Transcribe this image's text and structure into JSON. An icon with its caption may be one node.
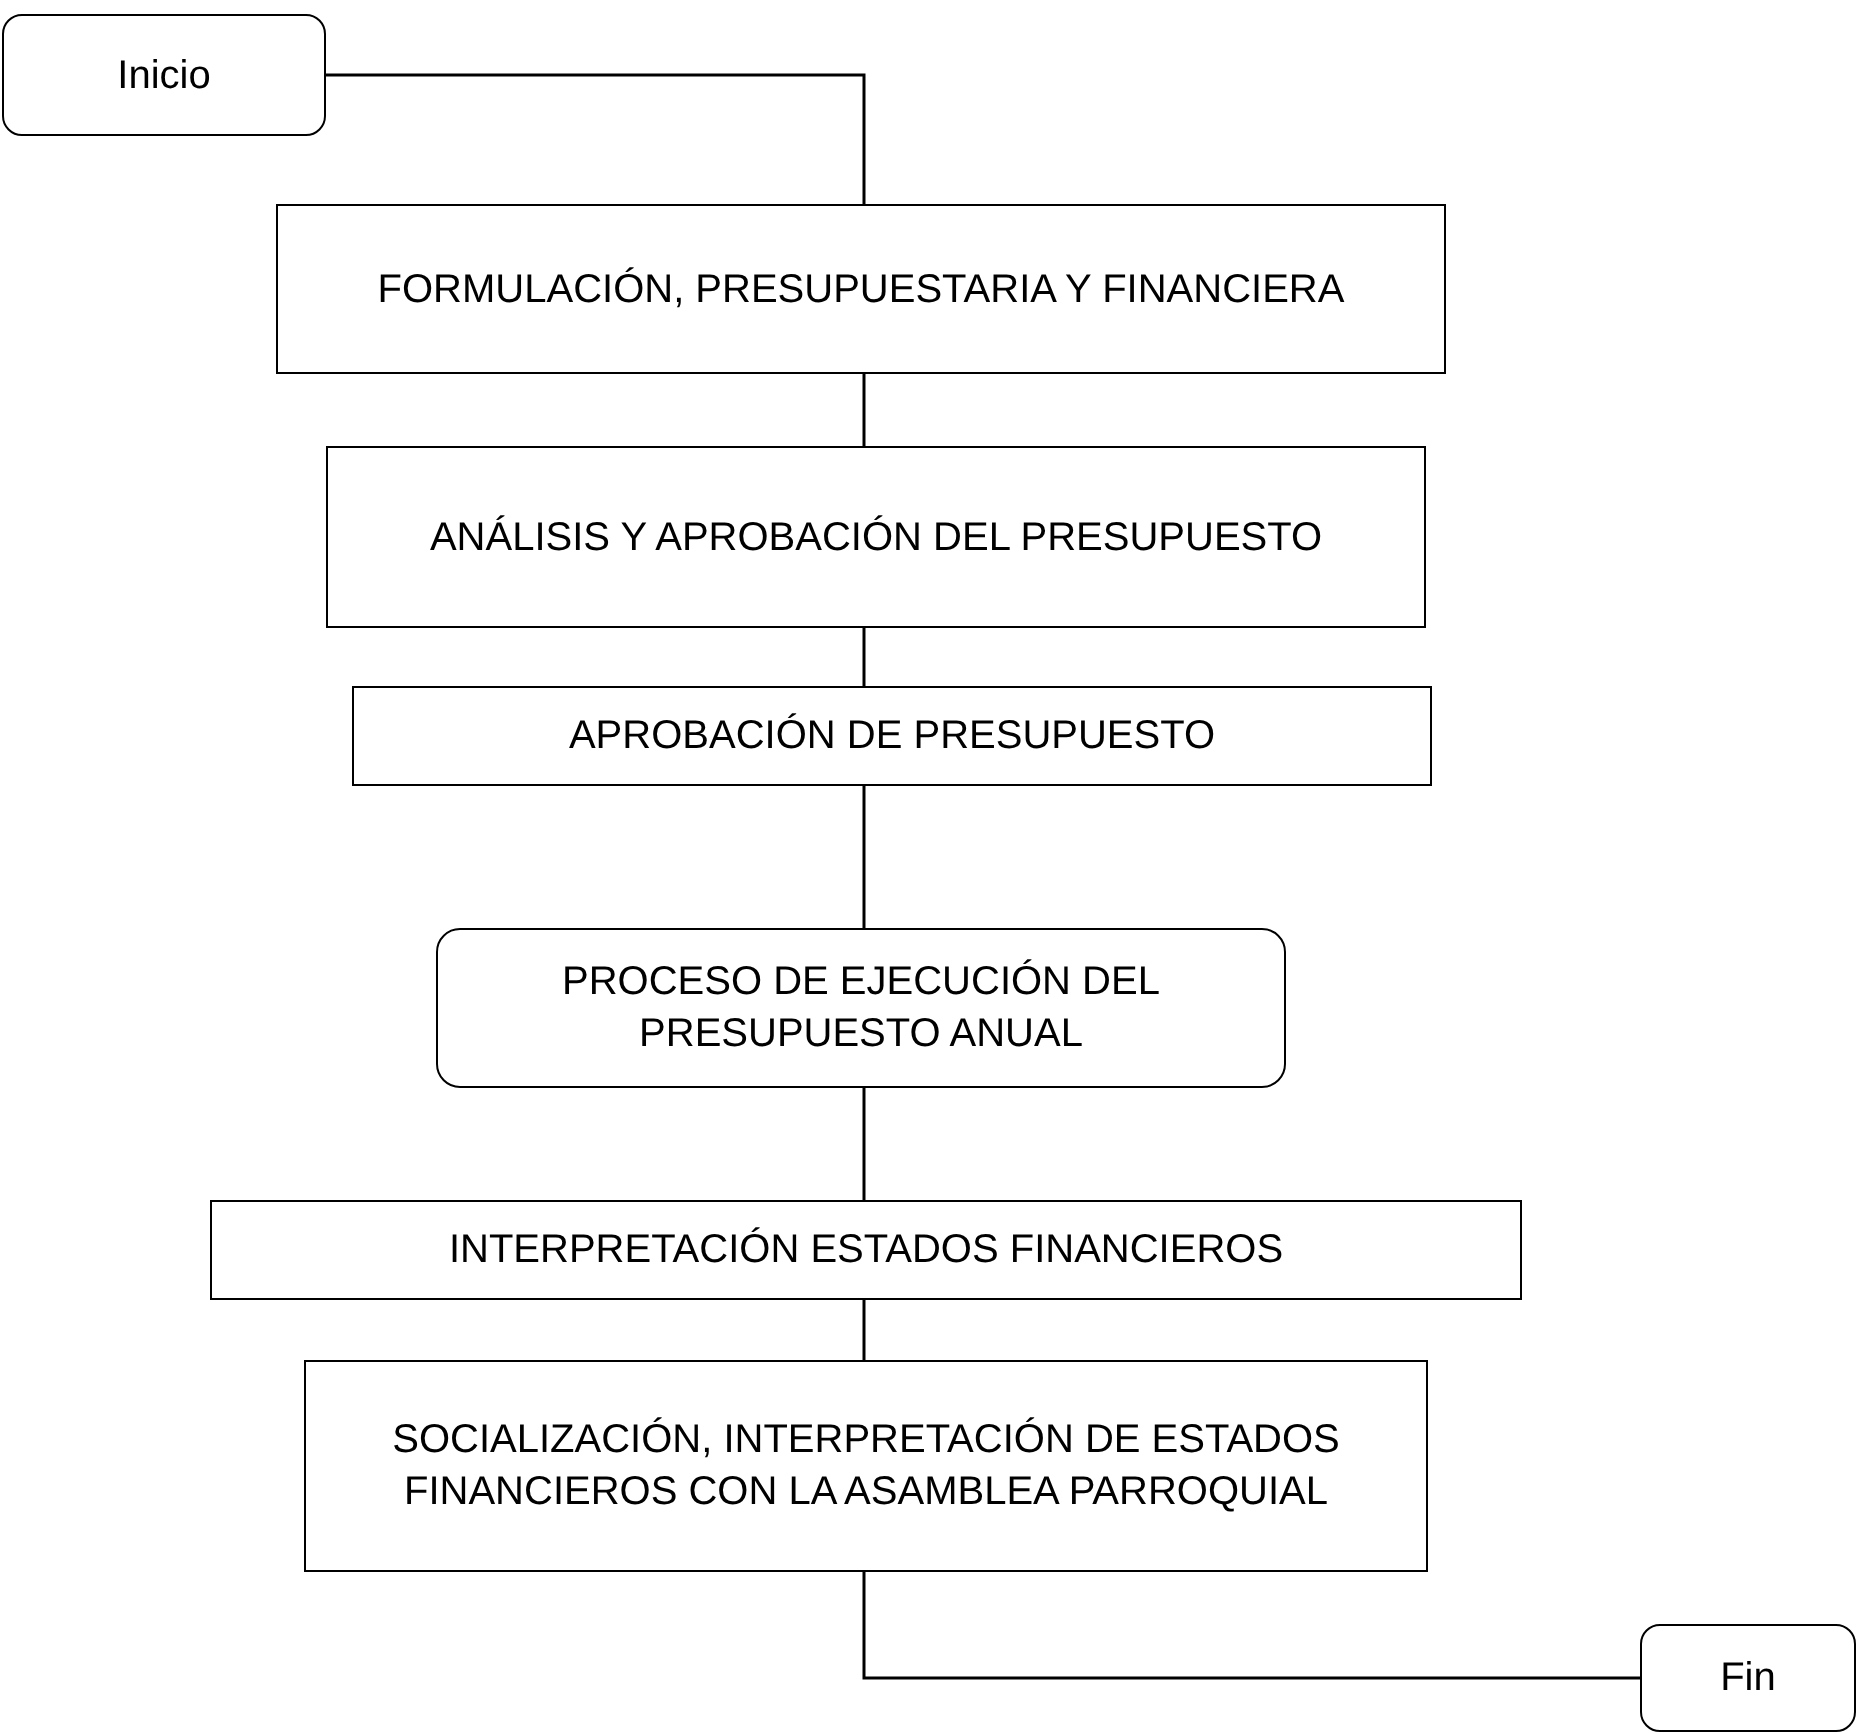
{
  "diagram": {
    "nodes": [
      {
        "text": [
          "Inicio"
        ]
      },
      {
        "text": [
          "FORMULACIÓN,  PRESUPUESTARIA Y FINANCIERA"
        ]
      },
      {
        "text": [
          "ANÁLISIS Y APROBACIÓN DEL PRESUPUESTO"
        ]
      },
      {
        "text": [
          "APROBACIÓN DE PRESUPUESTO"
        ]
      },
      {
        "text": [
          "PROCESO DE EJECUCIÓN DEL PRESUPUESTO ANUAL"
        ]
      },
      {
        "text": [
          "INTERPRETACIÓN ESTADOS FINANCIEROS"
        ]
      },
      {
        "text": [
          "SOCIALIZACIÓN,  INTERPRETACIÓN DE ESTADOS FINANCIEROS CON LA ASAMBLEA PARROQUIAL"
        ]
      },
      {
        "text": [
          "Fin"
        ]
      }
    ],
    "edges": [
      {
        "from": 0,
        "to": 1,
        "arrow": "none"
      },
      {
        "from": 1,
        "to": 2,
        "arrow": "none"
      },
      {
        "from": 2,
        "to": 3,
        "arrow": "none"
      },
      {
        "from": 3,
        "to": 4,
        "arrow": "none"
      },
      {
        "from": 4,
        "to": 5,
        "arrow": "none"
      },
      {
        "from": 5,
        "to": 6,
        "arrow": "none"
      },
      {
        "from": 6,
        "to": 7,
        "arrow": "none"
      }
    ]
  }
}
